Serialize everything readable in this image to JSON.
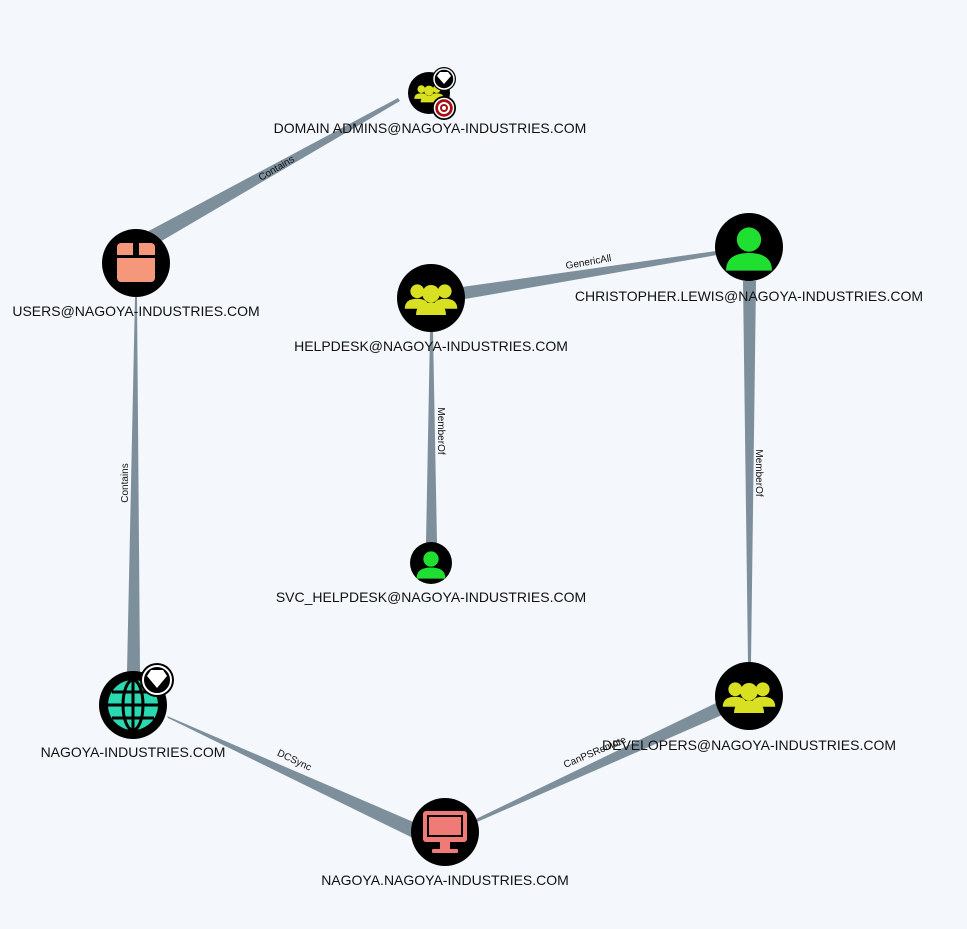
{
  "colors": {
    "background": "#f4f7fb",
    "edge": "#7e8f9c",
    "node_fill": "#000000",
    "group_icon": "#d9e021",
    "user_icon": "#1fe030",
    "ou_icon": "#f4977a",
    "domain_icon": "#2ad9b0",
    "computer_icon": "#f07a75",
    "badge_target": "#a50f15"
  },
  "nodes": {
    "domain_admins": {
      "label": "DOMAIN ADMINS@NAGOYA-INDUSTRIES.COM",
      "type": "group",
      "icon": "users-icon",
      "badges": [
        "highvalue-diamond-icon",
        "target-icon"
      ]
    },
    "users": {
      "label": "USERS@NAGOYA-INDUSTRIES.COM",
      "type": "ou",
      "icon": "box-icon"
    },
    "helpdesk": {
      "label": "HELPDESK@NAGOYA-INDUSTRIES.COM",
      "type": "group",
      "icon": "users-icon"
    },
    "christopher": {
      "label": "CHRISTOPHER.LEWIS@NAGOYA-INDUSTRIES.COM",
      "type": "user",
      "icon": "user-icon"
    },
    "svc_helpdesk": {
      "label": "SVC_HELPDESK@NAGOYA-INDUSTRIES.COM",
      "type": "user",
      "icon": "user-icon"
    },
    "domain": {
      "label": "NAGOYA-INDUSTRIES.COM",
      "type": "domain",
      "icon": "globe-icon",
      "badges": [
        "highvalue-diamond-icon"
      ]
    },
    "developers": {
      "label": "DEVELOPERS@NAGOYA-INDUSTRIES.COM",
      "type": "group",
      "icon": "users-icon"
    },
    "computer": {
      "label": "NAGOYA.NAGOYA-INDUSTRIES.COM",
      "type": "computer",
      "icon": "monitor-icon"
    }
  },
  "edges": {
    "da_users": {
      "label": "Contains",
      "from": "domain_admins",
      "to": "users"
    },
    "users_domain": {
      "label": "Contains",
      "from": "users",
      "to": "domain"
    },
    "chris_helpdesk": {
      "label": "GenericAll",
      "from": "christopher",
      "to": "helpdesk"
    },
    "svc_helpdesk": {
      "label": "MemberOf",
      "from": "svc_helpdesk",
      "to": "helpdesk"
    },
    "chris_dev": {
      "label": "MemberOf",
      "from": "christopher",
      "to": "developers"
    },
    "computer_domain": {
      "label": "DCSync",
      "from": "computer",
      "to": "domain"
    },
    "dev_computer": {
      "label": "CanPSRemote",
      "from": "developers",
      "to": "computer"
    }
  }
}
